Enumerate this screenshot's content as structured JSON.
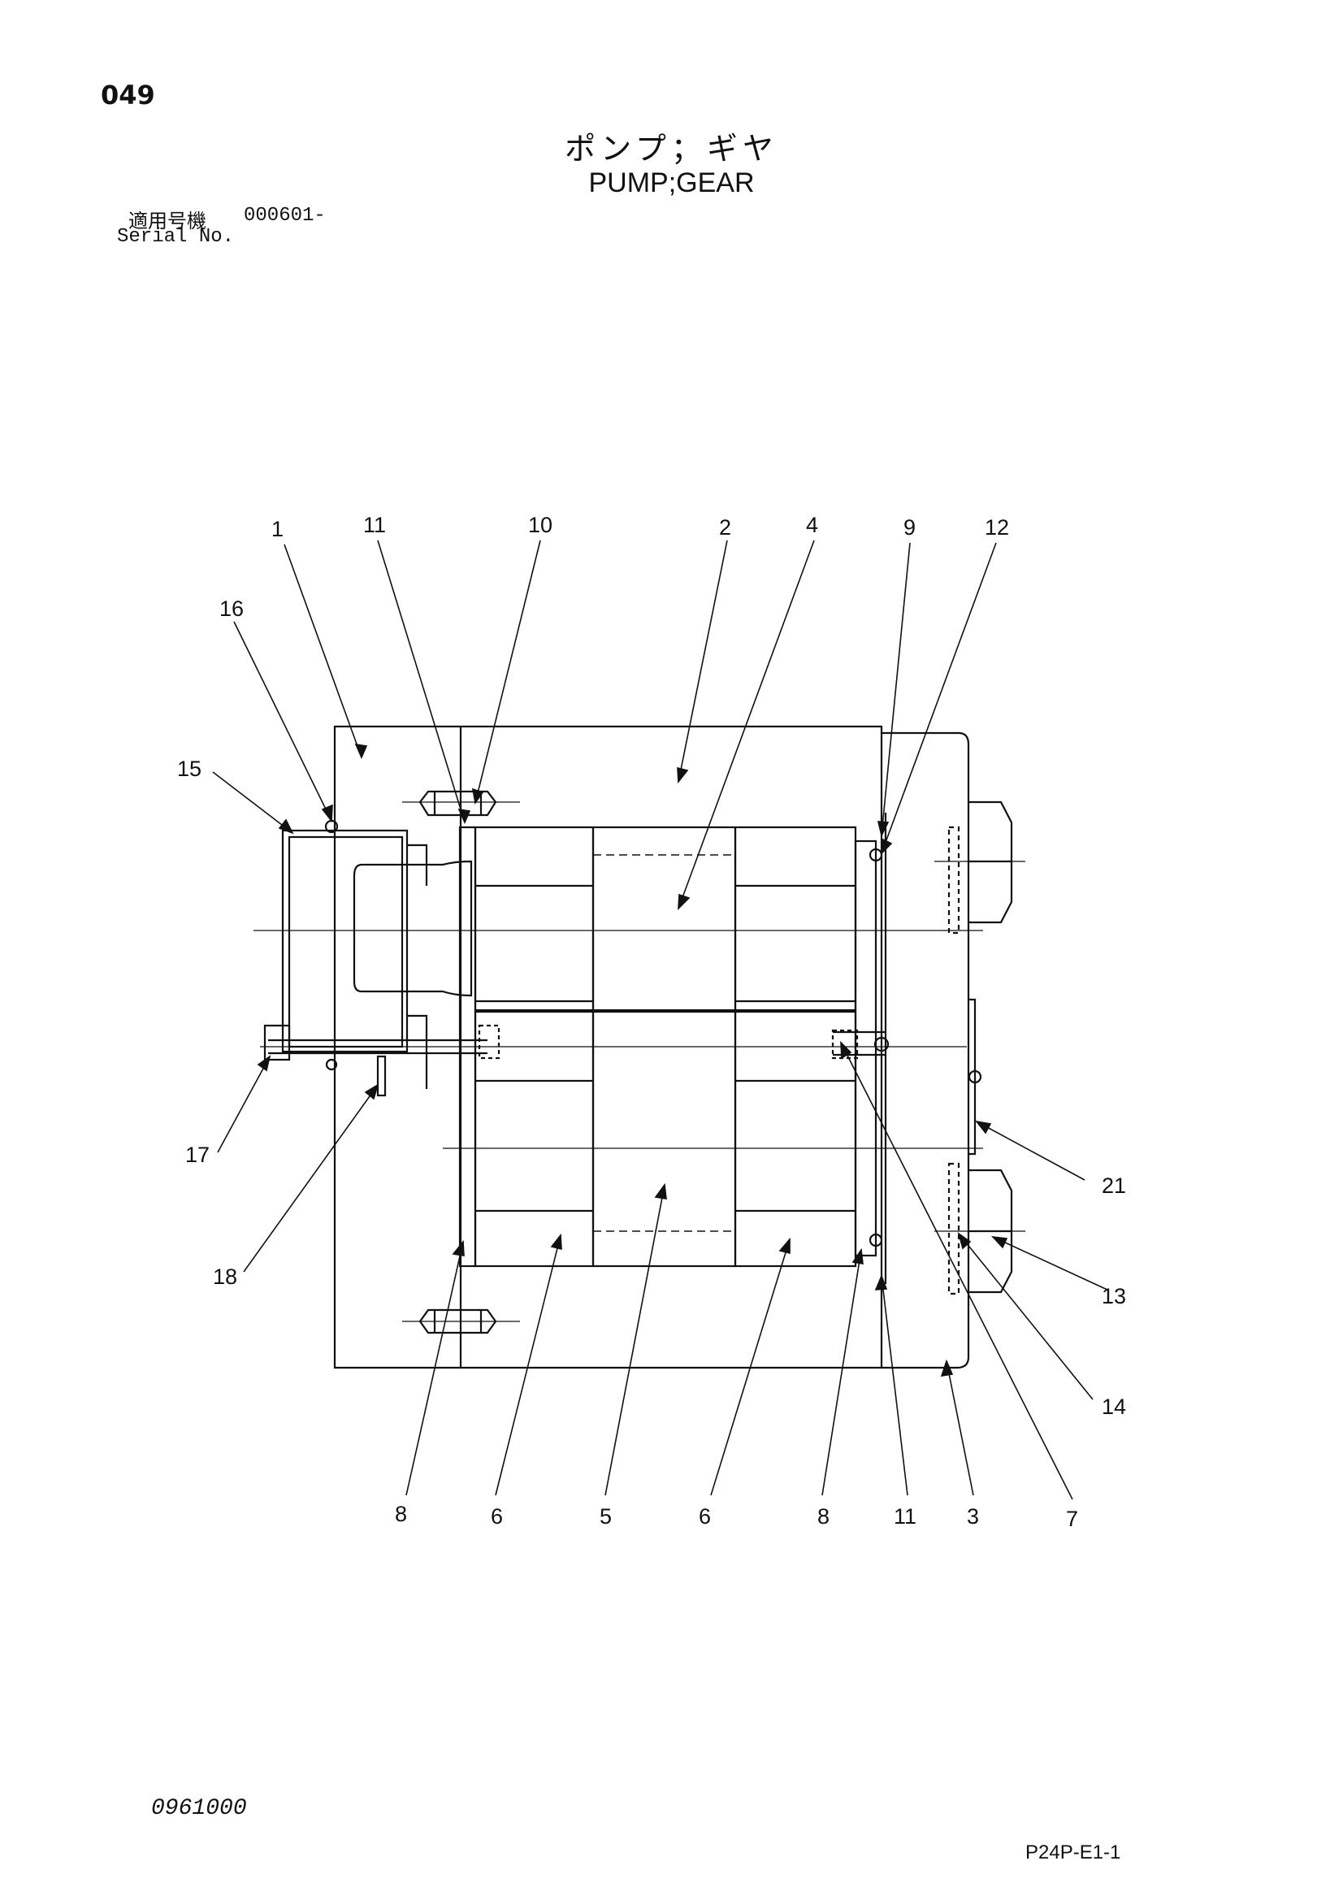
{
  "page_number": "049",
  "title_jp": "ポンプ；ギヤ",
  "title_en": "PUMP;GEAR",
  "serial_label_jp": "適用号機",
  "serial_value": "000601-",
  "serial_label_en": "Serial No.",
  "doc_code": "0961000",
  "ref_code": "P24P-E1-1",
  "callouts": [
    {
      "id": "c1",
      "label": "1"
    },
    {
      "id": "c11a",
      "label": "11"
    },
    {
      "id": "c10",
      "label": "10"
    },
    {
      "id": "c2",
      "label": "2"
    },
    {
      "id": "c4",
      "label": "4"
    },
    {
      "id": "c9",
      "label": "9"
    },
    {
      "id": "c12",
      "label": "12"
    },
    {
      "id": "c16",
      "label": "16"
    },
    {
      "id": "c15",
      "label": "15"
    },
    {
      "id": "c17",
      "label": "17"
    },
    {
      "id": "c18",
      "label": "18"
    },
    {
      "id": "c21",
      "label": "21"
    },
    {
      "id": "c13",
      "label": "13"
    },
    {
      "id": "c14",
      "label": "14"
    },
    {
      "id": "c8a",
      "label": "8"
    },
    {
      "id": "c6a",
      "label": "6"
    },
    {
      "id": "c5",
      "label": "5"
    },
    {
      "id": "c6b",
      "label": "6"
    },
    {
      "id": "c8b",
      "label": "8"
    },
    {
      "id": "c11b",
      "label": "11"
    },
    {
      "id": "c3",
      "label": "3"
    },
    {
      "id": "c7",
      "label": "7"
    }
  ]
}
